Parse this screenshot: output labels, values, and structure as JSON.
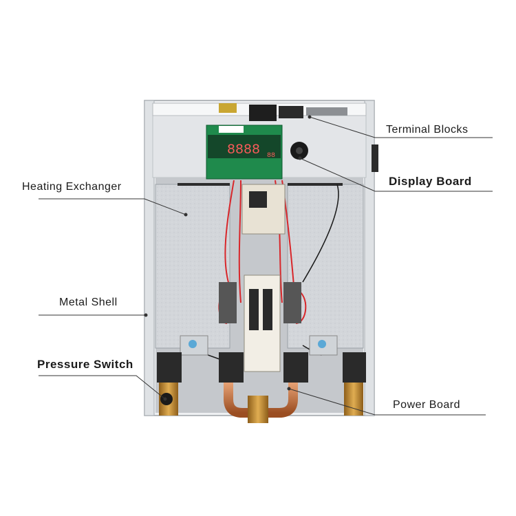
{
  "labels": {
    "terminal_blocks": "Terminal Blocks",
    "display_board": "Display Board",
    "heating_exchanger": "Heating  Exchanger",
    "metal_shell": "Metal Shell",
    "pressure_switch": "Pressure Switch",
    "power_board": "Power  Board"
  },
  "display": {
    "main_readout": "8888",
    "small_readout": "88"
  },
  "colors": {
    "shell": "#e4e6e9",
    "heat_plate": "#cfd2d6",
    "pcb_green": "#1f8a4c",
    "wire_red": "#d8262a",
    "brass": "#c9913a",
    "copper": "#c8743a",
    "leader_line": "#333333"
  }
}
